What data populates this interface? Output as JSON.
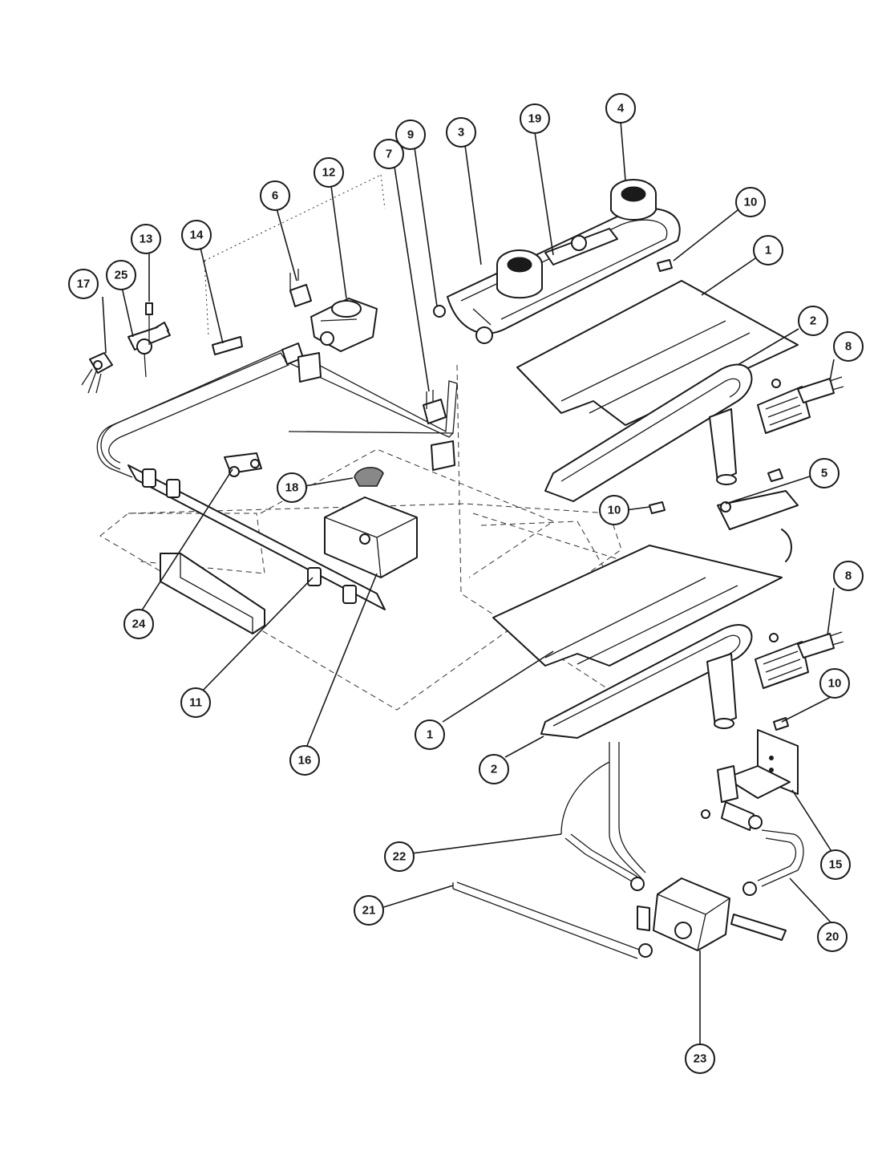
{
  "callouts": [
    {
      "id": "c1a",
      "label": "1"
    },
    {
      "id": "c1b",
      "label": "1"
    },
    {
      "id": "c2a",
      "label": "2"
    },
    {
      "id": "c2b",
      "label": "2"
    },
    {
      "id": "c3",
      "label": "3"
    },
    {
      "id": "c4",
      "label": "4"
    },
    {
      "id": "c5",
      "label": "5"
    },
    {
      "id": "c6",
      "label": "6"
    },
    {
      "id": "c7",
      "label": "7"
    },
    {
      "id": "c8a",
      "label": "8"
    },
    {
      "id": "c8b",
      "label": "8"
    },
    {
      "id": "c9",
      "label": "9"
    },
    {
      "id": "c10a",
      "label": "10"
    },
    {
      "id": "c10b",
      "label": "10"
    },
    {
      "id": "c10c",
      "label": "10"
    },
    {
      "id": "c11",
      "label": "11"
    },
    {
      "id": "c12",
      "label": "12"
    },
    {
      "id": "c13",
      "label": "13"
    },
    {
      "id": "c14",
      "label": "14"
    },
    {
      "id": "c15",
      "label": "15"
    },
    {
      "id": "c16",
      "label": "16"
    },
    {
      "id": "c17",
      "label": "17"
    },
    {
      "id": "c18",
      "label": "18"
    },
    {
      "id": "c19",
      "label": "19"
    },
    {
      "id": "c20",
      "label": "20"
    },
    {
      "id": "c21",
      "label": "21"
    },
    {
      "id": "c22",
      "label": "22"
    },
    {
      "id": "c23",
      "label": "23"
    },
    {
      "id": "c24",
      "label": "24"
    },
    {
      "id": "c25",
      "label": "25"
    }
  ]
}
